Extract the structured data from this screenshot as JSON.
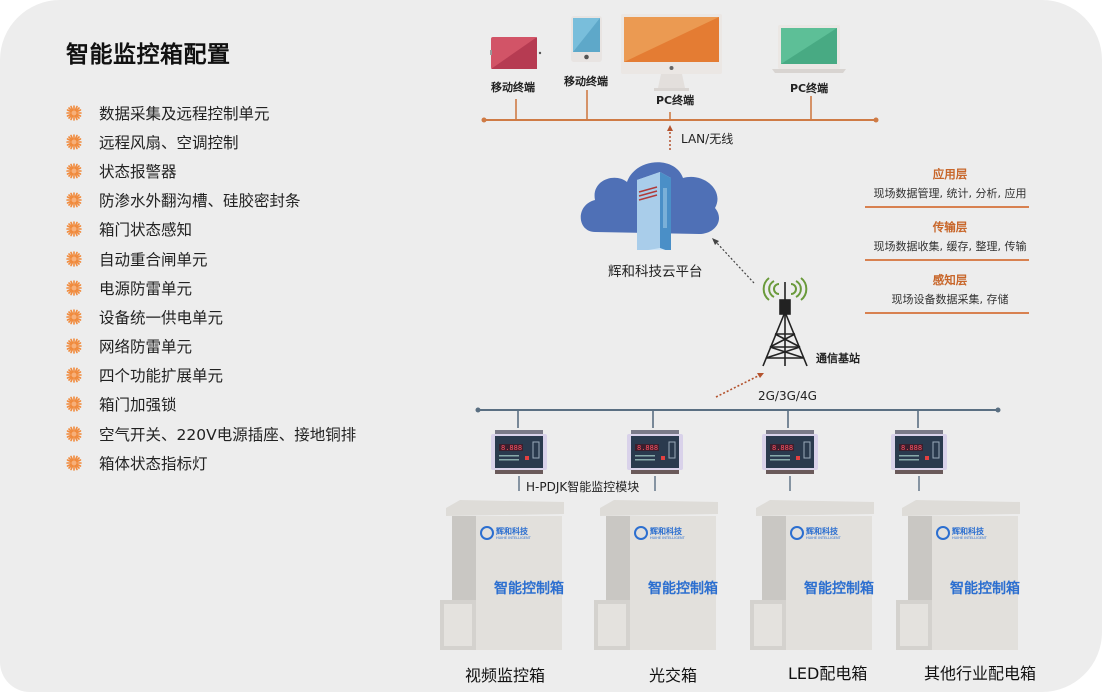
{
  "title": "智能监控箱配置",
  "features": [
    "数据采集及远程控制单元",
    "远程风扇、空调控制",
    "状态报警器",
    "防渗水外翻沟槽、硅胶密封条",
    "箱门状态感知",
    "自动重合闸单元",
    "电源防雷单元",
    "设备统一供电单元",
    "网络防雷单元",
    "四个功能扩展单元",
    "箱门加强锁",
    "空气开关、220V电源插座、接地铜排",
    "箱体状态指标灯"
  ],
  "terminals": [
    {
      "label": "移动终端",
      "icon": "tablet-icon",
      "color": "#c94a5e"
    },
    {
      "label": "移动终端",
      "icon": "phone-icon",
      "color": "#6bb3d6"
    },
    {
      "label": "PC终端",
      "icon": "desktop-monitor-icon",
      "color": "#e9883b"
    },
    {
      "label": "PC终端",
      "icon": "laptop-icon",
      "color": "#4fb58c"
    }
  ],
  "network": {
    "lan_label": "LAN/无线",
    "cloud_label": "辉和科技云平台",
    "tower_label": "通信基站",
    "mobile_label": "2G/3G/4G",
    "module_label": "H-PDJK智能监控模块"
  },
  "layers": [
    {
      "title": "应用层",
      "desc": "现场数据管理, 统计, 分析, 应用"
    },
    {
      "title": "传输层",
      "desc": "现场数据收集, 缓存, 整理, 传输"
    },
    {
      "title": "感知层",
      "desc": "现场设备数据采集, 存储"
    }
  ],
  "cabinet": {
    "brand": "辉和科技",
    "brand_sub": "HUIHE INTELLIGENT",
    "front_text": "智能控制箱"
  },
  "boxes": [
    "视频监控箱",
    "光交箱",
    "LED配电箱",
    "其他行业配电箱"
  ],
  "colors": {
    "accent_orange": "#d0743a",
    "bullet": "#f08a3c",
    "cloud_blue": "#4d6fb5",
    "bus_line": "#5a6f82",
    "cabinet_text": "#2c6fd0"
  }
}
